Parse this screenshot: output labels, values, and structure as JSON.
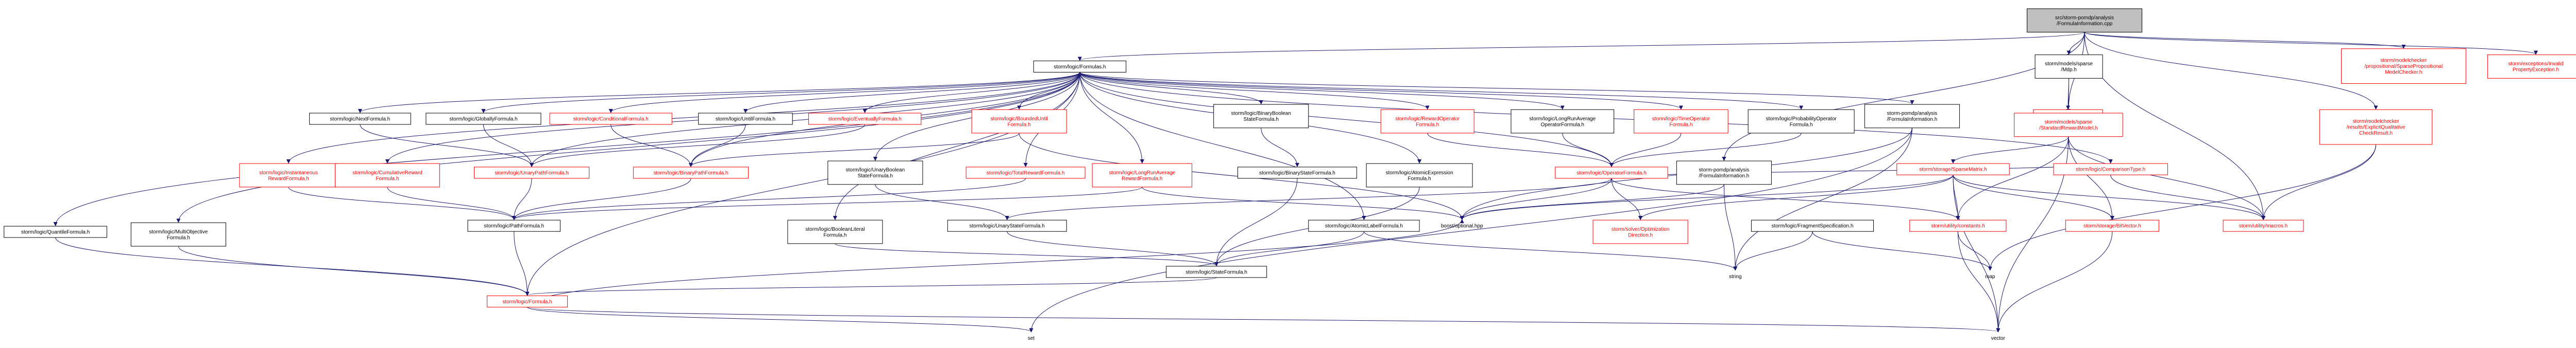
{
  "colors": {
    "root_fill": "#bfbfbf",
    "root_stroke": "#000000",
    "node_fill": "#ffffff",
    "node_stroke": "#000000",
    "node_text": "#000000",
    "link_text": "#ff0000",
    "link_stroke": "#ff0000",
    "plain_text": "#000000",
    "edge": "#191970"
  },
  "nodes": {
    "root": {
      "lines": [
        "src/storm-pomdp/analysis",
        "/FormulaInformation.cpp"
      ],
      "style": "root"
    },
    "formulas": {
      "lines": [
        "storm/logic/Formulas.h"
      ],
      "style": "normal"
    },
    "sparse_mdp": {
      "lines": [
        "storm/models/sparse",
        "/Mdp.h"
      ],
      "style": "normal"
    },
    "prop_checker": {
      "lines": [
        "storm/modelchecker",
        "/propositional/SparsePropositional",
        "ModelChecker.h"
      ],
      "style": "link"
    },
    "invalid_prop": {
      "lines": [
        "storm/exceptions/Invalid",
        "PropertyException.h"
      ],
      "style": "link"
    },
    "next": {
      "lines": [
        "storm/logic/NextFormula.h"
      ],
      "style": "normal"
    },
    "globally": {
      "lines": [
        "storm/logic/GloballyFormula.h"
      ],
      "style": "normal"
    },
    "conditional": {
      "lines": [
        "storm/logic/ConditionalFormula.h"
      ],
      "style": "link"
    },
    "until": {
      "lines": [
        "storm/logic/UntilFormula.h"
      ],
      "style": "normal"
    },
    "eventually": {
      "lines": [
        "storm/logic/EventuallyFormula.h"
      ],
      "style": "link"
    },
    "bounded_until": {
      "lines": [
        "storm/logic/BoundedUntil",
        "Formula.h"
      ],
      "style": "link"
    },
    "binary_bool_state": {
      "lines": [
        "storm/logic/BinaryBoolean",
        "StateFormula.h"
      ],
      "style": "normal"
    },
    "reward_op": {
      "lines": [
        "storm/logic/RewardOperator",
        "Formula.h"
      ],
      "style": "link"
    },
    "lra_op": {
      "lines": [
        "storm/logic/LongRunAverage",
        "OperatorFormula.h"
      ],
      "style": "normal"
    },
    "time_op": {
      "lines": [
        "storm/logic/TimeOperator",
        "Formula.h"
      ],
      "style": "link"
    },
    "prob_op": {
      "lines": [
        "storm/logic/ProbabilityOperator",
        "Formula.h"
      ],
      "style": "normal"
    },
    "pomdp_formula_info": {
      "lines": [
        "storm-pomdp/analysis",
        "/FormulaInformation.h"
      ],
      "style": "normal"
    },
    "models_sparse_mdp": {
      "lines": [
        "storm/models/sparse",
        "/Mdp.h"
      ],
      "style": "link"
    },
    "std_reward_model": {
      "lines": [
        "storm/models/sparse",
        "/StandardRewardModel.h"
      ],
      "style": "link"
    },
    "explicit_qual": {
      "lines": [
        "storm/modelchecker",
        "/results/ExplicitQualitative",
        "CheckResult.h"
      ],
      "style": "link"
    },
    "instantaneous": {
      "lines": [
        "storm/logic/Instantaneous",
        "RewardFormula.h"
      ],
      "style": "link"
    },
    "cumulative": {
      "lines": [
        "storm/logic/CumulativeReward",
        "Formula.h"
      ],
      "style": "link"
    },
    "unary_path": {
      "lines": [
        "storm/logic/UnaryPathFormula.h"
      ],
      "style": "link"
    },
    "binary_path": {
      "lines": [
        "storm/logic/BinaryPathFormula.h"
      ],
      "style": "link"
    },
    "unary_bool_state": {
      "lines": [
        "storm/logic/UnaryBoolean",
        "StateFormula.h"
      ],
      "style": "normal"
    },
    "total_reward": {
      "lines": [
        "storm/logic/TotalRewardFormula.h"
      ],
      "style": "link"
    },
    "lra_reward": {
      "lines": [
        "storm/logic/LongRunAverage",
        "RewardFormula.h"
      ],
      "style": "link"
    },
    "binary_state": {
      "lines": [
        "storm/logic/BinaryStateFormula.h"
      ],
      "style": "normal"
    },
    "atomic_expr": {
      "lines": [
        "storm/logic/AtomicExpression",
        "Formula.h"
      ],
      "style": "normal"
    },
    "operator": {
      "lines": [
        "storm/logic/OperatorFormula.h"
      ],
      "style": "link"
    },
    "pomdp_formula_info2": {
      "lines": [
        "storm-pomdp/analysis",
        "/FormulaInformation.h"
      ],
      "style": "normal"
    },
    "sparse_matrix": {
      "lines": [
        "storm/storage/SparseMatrix.h"
      ],
      "style": "link"
    },
    "comparison": {
      "lines": [
        "storm/logic/ComparisonType.h"
      ],
      "style": "link"
    },
    "quantile": {
      "lines": [
        "storm/logic/QuantileFormula.h"
      ],
      "style": "normal"
    },
    "multi_objective": {
      "lines": [
        "storm/logic/MultiObjective",
        "Formula.h"
      ],
      "style": "normal"
    },
    "path": {
      "lines": [
        "storm/logic/PathFormula.h"
      ],
      "style": "normal"
    },
    "boolean_literal": {
      "lines": [
        "storm/logic/BooleanLiteral",
        "Formula.h"
      ],
      "style": "normal"
    },
    "unary_state": {
      "lines": [
        "storm/logic/UnaryStateFormula.h"
      ],
      "style": "normal"
    },
    "boost_optional": {
      "lines": [
        "boost/optional.hpp"
      ],
      "style": "plain"
    },
    "atomic_label": {
      "lines": [
        "storm/logic/AtomicLabelFormula.h"
      ],
      "style": "normal"
    },
    "opt_direction": {
      "lines": [
        "storm/solver/Optimization",
        "Direction.h"
      ],
      "style": "link"
    },
    "fragment_spec": {
      "lines": [
        "storm/logic/FragmentSpecification.h"
      ],
      "style": "normal"
    },
    "constants": {
      "lines": [
        "storm/utility/constants.h"
      ],
      "style": "link"
    },
    "bitvector": {
      "lines": [
        "storm/storage/BitVector.h"
      ],
      "style": "link"
    },
    "macros": {
      "lines": [
        "storm/utility/macros.h"
      ],
      "style": "link"
    },
    "state": {
      "lines": [
        "storm/logic/StateFormula.h"
      ],
      "style": "normal"
    },
    "string": {
      "lines": [
        "string"
      ],
      "style": "plain"
    },
    "map": {
      "lines": [
        "map"
      ],
      "style": "plain"
    },
    "formula": {
      "lines": [
        "storm/logic/Formula.h"
      ],
      "style": "link"
    },
    "set": {
      "lines": [
        "set"
      ],
      "style": "plain"
    },
    "vector": {
      "lines": [
        "vector"
      ],
      "style": "plain"
    }
  },
  "edges": [
    [
      "root",
      "formulas"
    ],
    [
      "root",
      "sparse_mdp"
    ],
    [
      "root",
      "prop_checker"
    ],
    [
      "root",
      "invalid_prop"
    ],
    [
      "root",
      "std_reward_model"
    ],
    [
      "root",
      "explicit_qual"
    ],
    [
      "root",
      "pomdp_formula_info2"
    ],
    [
      "root",
      "macros"
    ],
    [
      "sparse_mdp",
      "std_reward_model"
    ],
    [
      "sparse_mdp",
      "models_sparse_mdp"
    ],
    [
      "formulas",
      "next"
    ],
    [
      "formulas",
      "globally"
    ],
    [
      "formulas",
      "conditional"
    ],
    [
      "formulas",
      "until"
    ],
    [
      "formulas",
      "eventually"
    ],
    [
      "formulas",
      "bounded_until"
    ],
    [
      "formulas",
      "binary_bool_state"
    ],
    [
      "formulas",
      "reward_op"
    ],
    [
      "formulas",
      "lra_op"
    ],
    [
      "formulas",
      "time_op"
    ],
    [
      "formulas",
      "prob_op"
    ],
    [
      "formulas",
      "pomdp_formula_info"
    ],
    [
      "formulas",
      "instantaneous"
    ],
    [
      "formulas",
      "cumulative"
    ],
    [
      "formulas",
      "unary_bool_state"
    ],
    [
      "formulas",
      "total_reward"
    ],
    [
      "formulas",
      "lra_reward"
    ],
    [
      "formulas",
      "atomic_expr"
    ],
    [
      "formulas",
      "quantile"
    ],
    [
      "formulas",
      "multi_objective"
    ],
    [
      "formulas",
      "boolean_literal"
    ],
    [
      "formulas",
      "atomic_label"
    ],
    [
      "formulas",
      "operator"
    ],
    [
      "formulas",
      "comparison"
    ],
    [
      "formulas",
      "unary_path"
    ],
    [
      "formulas",
      "binary_path"
    ],
    [
      "formulas",
      "formula"
    ],
    [
      "next",
      "unary_path"
    ],
    [
      "globally",
      "unary_path"
    ],
    [
      "conditional",
      "binary_path"
    ],
    [
      "until",
      "binary_path"
    ],
    [
      "eventually",
      "unary_path"
    ],
    [
      "bounded_until",
      "binary_path"
    ],
    [
      "bounded_until",
      "boost_optional"
    ],
    [
      "binary_bool_state",
      "binary_state"
    ],
    [
      "reward_op",
      "operator"
    ],
    [
      "lra_op",
      "operator"
    ],
    [
      "time_op",
      "operator"
    ],
    [
      "prob_op",
      "operator"
    ],
    [
      "pomdp_formula_info",
      "boost_optional"
    ],
    [
      "pomdp_formula_info",
      "string"
    ],
    [
      "pomdp_formula_info",
      "set"
    ],
    [
      "std_reward_model",
      "sparse_matrix"
    ],
    [
      "std_reward_model",
      "constants"
    ],
    [
      "std_reward_model",
      "bitvector"
    ],
    [
      "std_reward_model",
      "macros"
    ],
    [
      "std_reward_model",
      "vector"
    ],
    [
      "explicit_qual",
      "macros"
    ],
    [
      "explicit_qual",
      "map"
    ],
    [
      "instantaneous",
      "path"
    ],
    [
      "cumulative",
      "path"
    ],
    [
      "unary_path",
      "path"
    ],
    [
      "binary_path",
      "path"
    ],
    [
      "unary_bool_state",
      "unary_state"
    ],
    [
      "total_reward",
      "path"
    ],
    [
      "lra_reward",
      "path"
    ],
    [
      "lra_reward",
      "boost_optional"
    ],
    [
      "binary_state",
      "state"
    ],
    [
      "atomic_expr",
      "state"
    ],
    [
      "operator",
      "unary_state"
    ],
    [
      "operator",
      "boost_optional"
    ],
    [
      "operator",
      "opt_direction"
    ],
    [
      "operator",
      "constants"
    ],
    [
      "operator",
      "comparison"
    ],
    [
      "pomdp_formula_info2",
      "boost_optional"
    ],
    [
      "pomdp_formula_info2",
      "string"
    ],
    [
      "sparse_matrix",
      "boost_optional"
    ],
    [
      "sparse_matrix",
      "constants"
    ],
    [
      "sparse_matrix",
      "bitvector"
    ],
    [
      "sparse_matrix",
      "macros"
    ],
    [
      "sparse_matrix",
      "vector"
    ],
    [
      "sparse_matrix",
      "opt_direction"
    ],
    [
      "comparison",
      "macros"
    ],
    [
      "quantile",
      "formula"
    ],
    [
      "multi_objective",
      "formula"
    ],
    [
      "path",
      "formula"
    ],
    [
      "boolean_literal",
      "state"
    ],
    [
      "unary_state",
      "state"
    ],
    [
      "atomic_label",
      "state"
    ],
    [
      "atomic_label",
      "string"
    ],
    [
      "fragment_spec",
      "map"
    ],
    [
      "fragment_spec",
      "string"
    ],
    [
      "constants",
      "map"
    ],
    [
      "constants",
      "vector"
    ],
    [
      "bitvector",
      "vector"
    ],
    [
      "state",
      "formula"
    ],
    [
      "formula",
      "set"
    ],
    [
      "formula",
      "vector"
    ],
    [
      "formula",
      "boost_optional"
    ]
  ]
}
